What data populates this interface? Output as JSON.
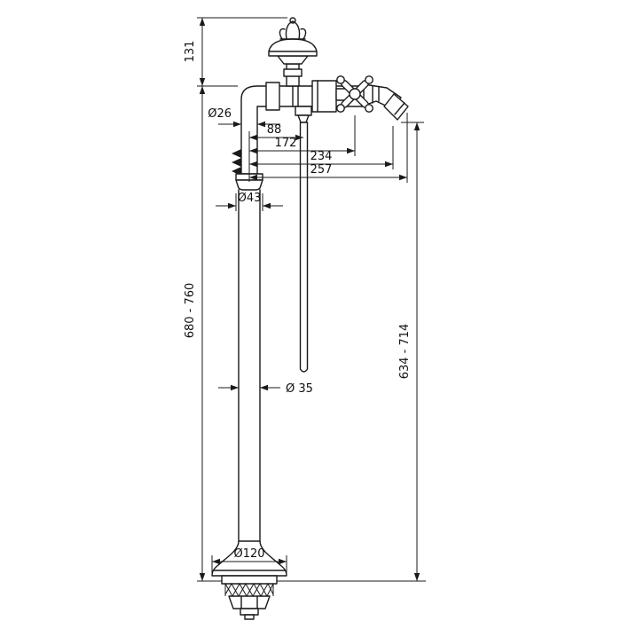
{
  "diagram": {
    "colors": {
      "line": "#1a1a1a",
      "background": "#ffffff"
    },
    "dimensions": {
      "d131": "131",
      "d26": "Ø26",
      "d88": "88",
      "d172": "172",
      "d234": "234",
      "d257": "257",
      "d43": "Ø43",
      "d680": "680 - 760",
      "d634": "634 - 714",
      "d35": "Ø 35",
      "d120": "Ø120"
    }
  }
}
